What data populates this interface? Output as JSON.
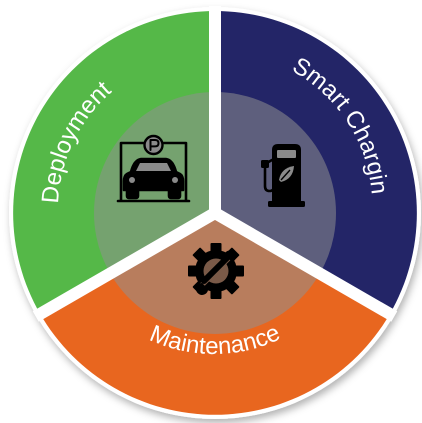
{
  "diagram": {
    "segments": [
      {
        "label": "Deployment",
        "color": "#55b848",
        "icon": "parking-car-icon"
      },
      {
        "label": "Smart Charging",
        "color": "#232567",
        "icon": "ev-charger-icon"
      },
      {
        "label": "Maintenance",
        "color": "#e8661f",
        "icon": "gear-wrench-icon"
      }
    ],
    "hub_color": "#8f8f8f",
    "icon_color": "#000000",
    "divider_color": "#ffffff"
  }
}
